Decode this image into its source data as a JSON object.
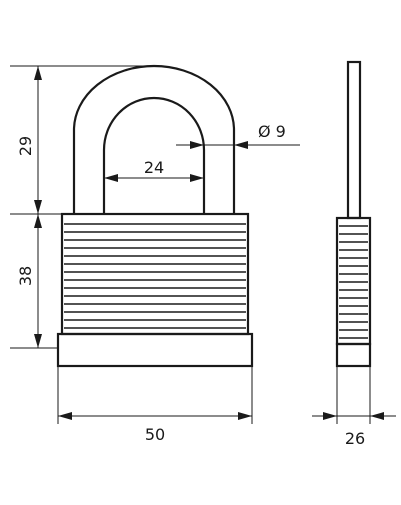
{
  "dimensions": {
    "shackle_height": "29",
    "body_height": "38",
    "shackle_inner_width": "24",
    "shackle_diameter": "Ø 9",
    "body_width": "50",
    "body_thickness": "26"
  },
  "colors": {
    "line": "#1a1a1a",
    "background": "#ffffff"
  }
}
